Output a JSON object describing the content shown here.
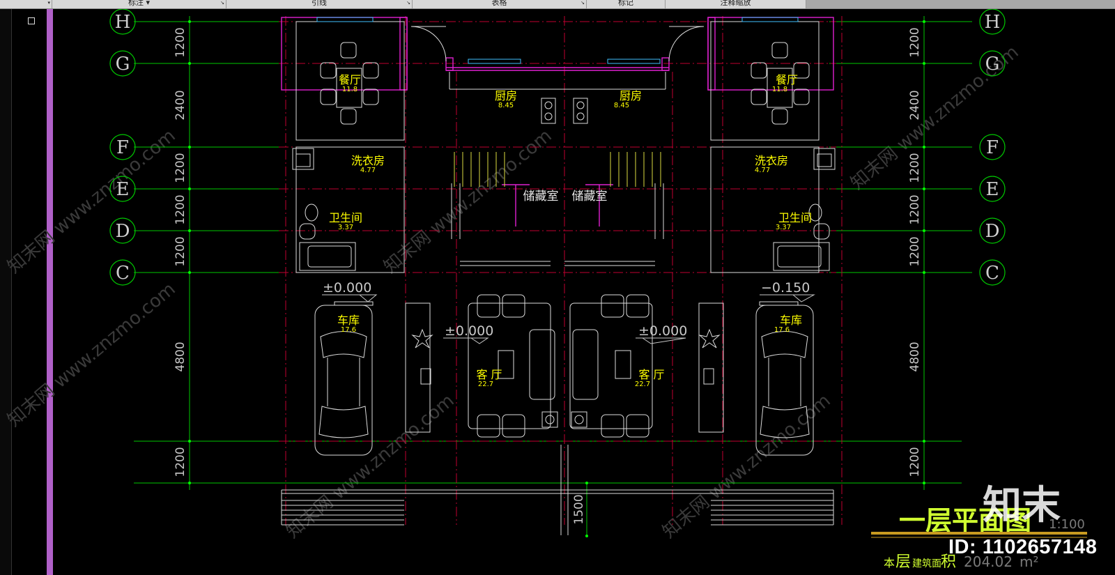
{
  "toolbar": {
    "tabs": [
      {
        "label": "标注",
        "has_dropdown": true
      },
      {
        "label": "引线",
        "has_dropdown": true
      },
      {
        "label": "表格",
        "has_dropdown": true
      },
      {
        "label": "标记",
        "has_dropdown": false
      },
      {
        "label": "注释缩放",
        "has_dropdown": false
      }
    ]
  },
  "grid_axes": [
    "H",
    "G",
    "F",
    "E",
    "D",
    "C"
  ],
  "dimensions_left": [
    "1200",
    "2400",
    "1200",
    "1200",
    "1200",
    "4800",
    "1200"
  ],
  "dimensions_right": [
    "1200",
    "2400",
    "1200",
    "1200",
    "1200",
    "4800",
    "1200"
  ],
  "dimension_bottom": "1500",
  "rooms": {
    "dining_left": {
      "name": "餐厅",
      "area": "11.8"
    },
    "dining_right": {
      "name": "餐厅",
      "area": "11.8"
    },
    "kitchen_left": {
      "name": "厨房",
      "area": "8.45"
    },
    "kitchen_right": {
      "name": "厨房",
      "area": "8.45"
    },
    "laundry_left": {
      "name": "洗衣房",
      "area": "4.77"
    },
    "laundry_right": {
      "name": "洗衣房",
      "area": "4.77"
    },
    "storage_left": {
      "name": "储藏室"
    },
    "storage_right": {
      "name": "储藏室"
    },
    "bath_left": {
      "name": "卫生间",
      "area": "3.37"
    },
    "bath_right": {
      "name": "卫生间",
      "area": "3.37"
    },
    "garage_left": {
      "name": "车库",
      "area": "17.6"
    },
    "garage_right": {
      "name": "车库",
      "area": "17.6"
    },
    "living_left": {
      "name": "客 厅",
      "area": "22.7"
    },
    "living_right": {
      "name": "客 厅",
      "area": "22.7"
    }
  },
  "elevations": {
    "garage_left": "±0.000",
    "garage_right": "−0.150",
    "living_left": "±0.000",
    "living_right": "±0.000"
  },
  "title_block": {
    "title": "一层平面图",
    "scale": "1:100",
    "area_label_prefix": "本",
    "area_label_big": "层",
    "area_label_mid": "建筑面",
    "area_label_end": "积",
    "area_value": "204.02",
    "area_unit": "m²"
  },
  "brand": {
    "logo_text": "知末",
    "id_text": "ID: 1102657148"
  },
  "watermark": "知末网 www.znzmo.com",
  "colors": {
    "background": "#000000",
    "axis_grid": "#00c800",
    "red_axis": "#c00030",
    "wall_magenta": "#e020d0",
    "room_label": "#ffff00",
    "text_white": "#e6e6e6",
    "title_yellow": "#d0ff30",
    "purple_bar": "#b060c8"
  }
}
